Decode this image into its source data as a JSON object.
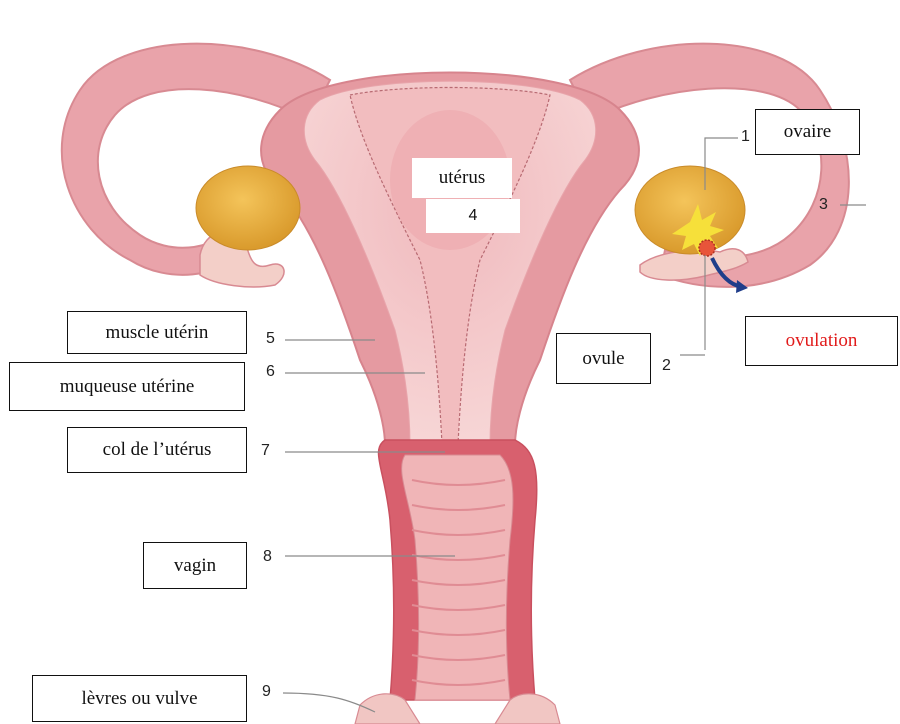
{
  "labels": {
    "ovaire": "ovaire",
    "uterus": "utérus",
    "muscle_uterin": "muscle utérin",
    "muqueuse_uterine": "muqueuse utérine",
    "col_uterus": "col de l’utérus",
    "vagin": "vagin",
    "levres_vulve": "lèvres ou vulve",
    "ovule": "ovule",
    "ovulation": "ovulation"
  },
  "numbers": {
    "n1": "1",
    "n2": "2",
    "n3": "3",
    "n4": "4",
    "n5": "5",
    "n6": "6",
    "n7": "7",
    "n8": "8",
    "n9": "9"
  },
  "colors": {
    "tissue_outer": "#e59aa1",
    "tissue_inner": "#f6d3d2",
    "cavity": "#f3c2c3",
    "ovary": "#e5ad3c",
    "vagina_wall": "#d8606e",
    "accent_text": "#e11b1b",
    "arrow": "#1f3d8a"
  }
}
